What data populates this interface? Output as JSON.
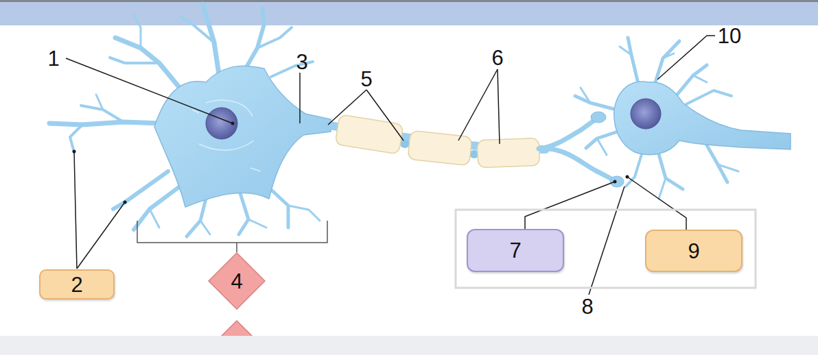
{
  "diagram": {
    "nodes": [
      {
        "text": [
          "2"
        ]
      },
      {
        "text": [
          "4"
        ]
      },
      {
        "text": [
          "7"
        ]
      },
      {
        "text": [
          "9"
        ]
      }
    ],
    "labels": [
      "10",
      "1",
      "6",
      "3",
      "5",
      "8"
    ]
  }
}
